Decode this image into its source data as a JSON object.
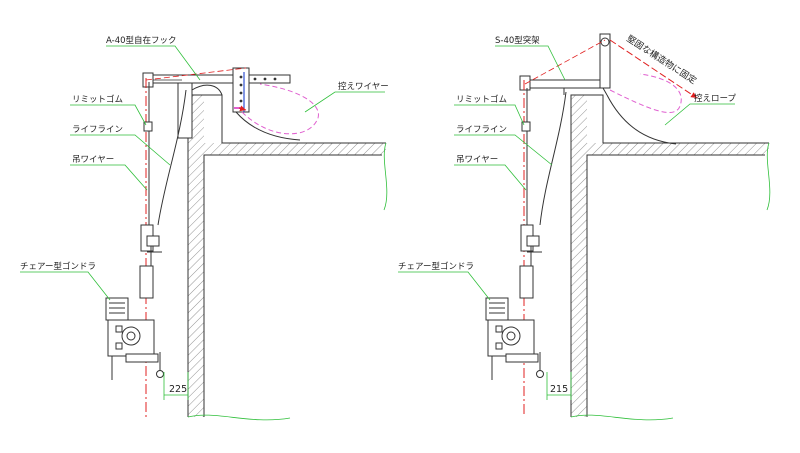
{
  "left_diagram": {
    "hook_label": "A-40型自在フック",
    "limit_rubber_label": "リミットゴム",
    "lifeline_label": "ライフライン",
    "hanging_wire_label": "吊ワイヤー",
    "chair_gondola_label": "チェアー型ゴンドラ",
    "backup_wire_label": "控えワイヤー",
    "clearance_dim": "225"
  },
  "right_diagram": {
    "jig_label": "S-40型突架",
    "limit_rubber_label": "リミットゴム",
    "lifeline_label": "ライフライン",
    "hanging_wire_label": "吊ワイヤー",
    "chair_gondola_label": "チェアー型ゴンドラ",
    "backup_rope_label": "控えロープ",
    "fix_note": "堅固な構造物に固定",
    "clearance_dim": "215"
  },
  "colors": {
    "line": "#333333",
    "leader_green": "#2fbf3a",
    "center_red": "#e02020",
    "wire_pink": "#e060d0",
    "blue_mark": "#3050d0"
  }
}
